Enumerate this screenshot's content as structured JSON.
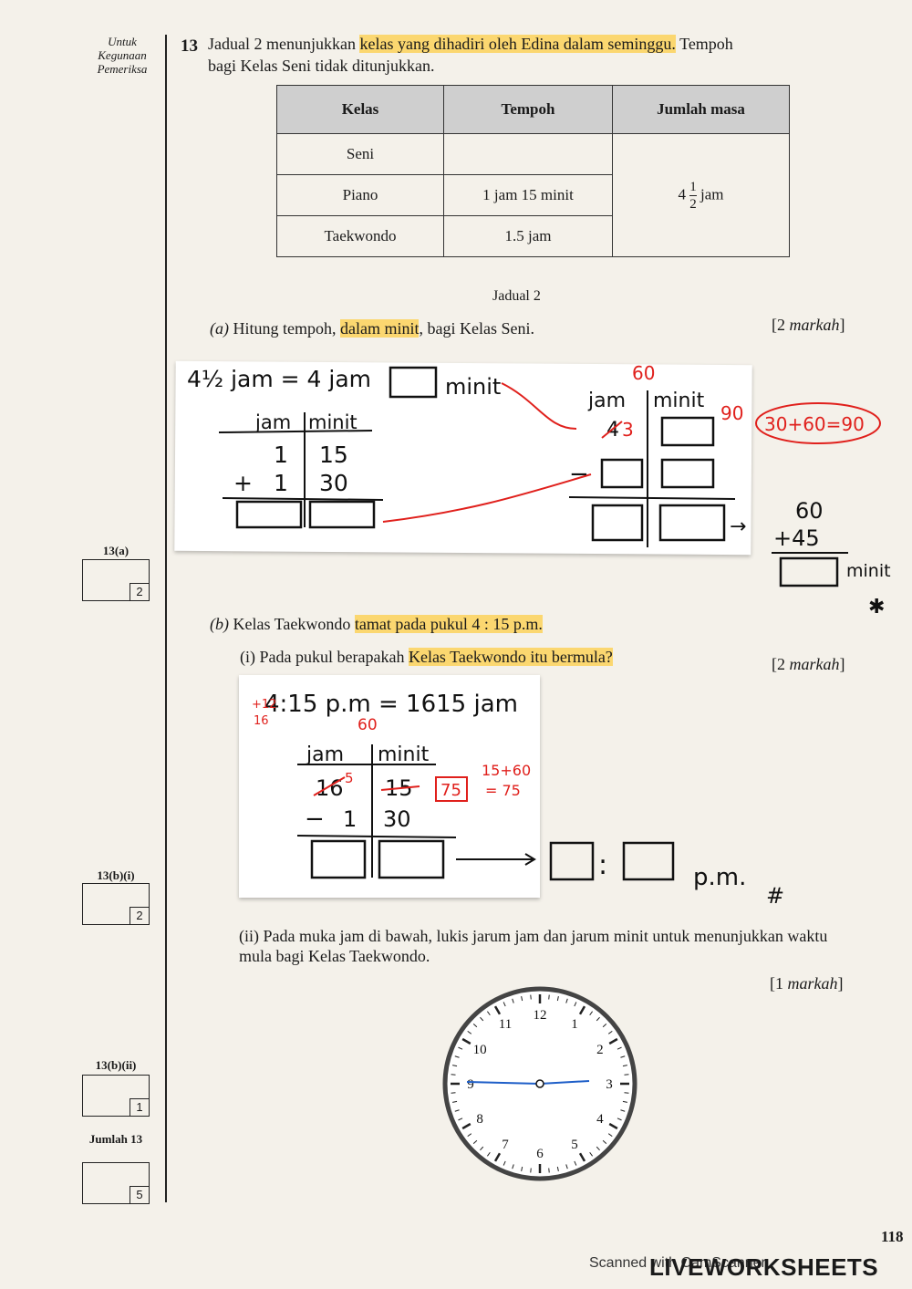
{
  "margin_header": [
    "Untuk",
    "Kegunaan",
    "Pemeriksa"
  ],
  "question": {
    "number": "13",
    "intro_1": "Jadual 2 menunjukkan",
    "intro_hl": "kelas yang dihadiri oleh Edina dalam seminggu.",
    "intro_2": "Tempoh",
    "intro_line2": "bagi Kelas Seni tidak ditunjukkan."
  },
  "table": {
    "headers": [
      "Kelas",
      "Tempoh",
      "Jumlah masa"
    ],
    "rows": [
      {
        "kelas": "Seni",
        "tempoh": ""
      },
      {
        "kelas": "Piano",
        "tempoh": "1 jam 15 minit"
      },
      {
        "kelas": "Taekwondo",
        "tempoh": "1.5 jam"
      }
    ],
    "jumlah_whole": "4",
    "jumlah_num": "1",
    "jumlah_den": "2",
    "jumlah_unit": "jam",
    "caption": "Jadual 2"
  },
  "part_a": {
    "label": "(a)",
    "text_1": "Hitung tempoh,",
    "text_hl": "dalam minit",
    "text_2": ", bagi Kelas Seni.",
    "marks_num": "[2",
    "marks_word": "markah",
    "marks_end": "]"
  },
  "work_a": {
    "line_left": "4½ jam = 4 jam",
    "line_right": "minit",
    "col_jam": "jam",
    "col_minit": "minit",
    "r1_jam": "1",
    "r1_minit": "15",
    "plus": "+",
    "r2_jam": "1",
    "r2_minit": "30",
    "red_60": "60",
    "right_jam": "jam",
    "right_minit": "minit",
    "struck_4": "4",
    "red_3": "3",
    "red_90": "90",
    "minus": "−",
    "bubble": "30+60=90",
    "side_60": "60",
    "side_45": "+45",
    "side_unit": "minit",
    "hash": "✱"
  },
  "part_b": {
    "label": "(b)",
    "text_1": "Kelas Taekwondo",
    "text_hl": "tamat pada pukul 4 : 15 p.m.",
    "i_label": "(i)",
    "i_text_1": "Pada pukul berapakah",
    "i_text_hl": "Kelas Taekwondo itu bermula?",
    "i_marks_num": "[2",
    "i_marks_word": "markah",
    "i_marks_end": "]",
    "ii_label": "(ii)",
    "ii_text": "Pada muka jam di bawah, lukis jarum jam dan jarum minit untuk menunjukkan waktu mula bagi Kelas Taekwondo.",
    "ii_marks_num": "[1",
    "ii_marks_word": "markah",
    "ii_marks_end": "]"
  },
  "work_b": {
    "headline": "4:15 p.m = 1615 jam",
    "red_plus12": "+12",
    "red_16": "16",
    "red_60": "60",
    "col_jam": "jam",
    "col_minit": "minit",
    "r1_jam": "16",
    "r1_jam_red": "5",
    "r1_minit": "15",
    "r1_minit_boxed": "75",
    "red_calc_1": "15+60",
    "red_calc_2": "= 75",
    "minus": "−",
    "r2_jam": "1",
    "r2_minit": "30",
    "time_sep": ":",
    "time_suffix": "p.m.",
    "hash": "#"
  },
  "clock": {
    "numbers": [
      "12",
      "1",
      "2",
      "3",
      "4",
      "5",
      "6",
      "7",
      "8",
      "9",
      "10",
      "11"
    ],
    "hand_color": "#1f5fc8"
  },
  "score_boxes": [
    {
      "label": "13(a)",
      "max": "2"
    },
    {
      "label": "13(b)(i)",
      "max": "2"
    },
    {
      "label": "13(b)(ii)",
      "max": "1"
    },
    {
      "label": "Jumlah 13",
      "max": "5"
    }
  ],
  "page_number": "118",
  "footer": {
    "scan": "Scanned with CamScanner",
    "logo": "LIVEWORKSHEETS"
  },
  "colors": {
    "highlight": "#ffc828",
    "red_ink": "#e0201c",
    "ink": "#111111"
  }
}
